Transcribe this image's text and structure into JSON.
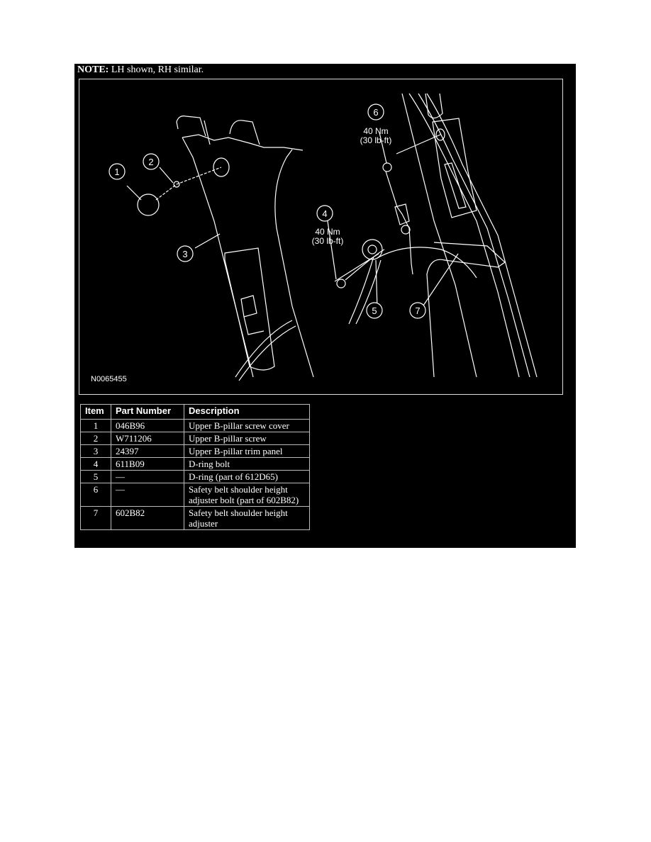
{
  "note": {
    "label": "NOTE:",
    "text": " LH shown, RH similar."
  },
  "figure": {
    "id": "N0065455",
    "callouts": [
      "1",
      "2",
      "3",
      "4",
      "5",
      "6",
      "7"
    ],
    "torque": [
      {
        "item": "6",
        "nm": "40 Nm",
        "lbft": "(30 lb-ft)"
      },
      {
        "item": "4",
        "nm": "40 Nm",
        "lbft": "(30 lb-ft)"
      }
    ]
  },
  "table": {
    "headers": [
      "Item",
      "Part Number",
      "Description"
    ],
    "rows": [
      {
        "item": "1",
        "part": "046B96",
        "desc": "Upper B-pillar screw cover"
      },
      {
        "item": "2",
        "part": "W711206",
        "desc": "Upper B-pillar screw"
      },
      {
        "item": "3",
        "part": "24397",
        "desc": "Upper B-pillar trim panel"
      },
      {
        "item": "4",
        "part": "611B09",
        "desc": "D-ring bolt"
      },
      {
        "item": "5",
        "part": "—",
        "desc": "D-ring (part of 612D65)"
      },
      {
        "item": "6",
        "part": "—",
        "desc": "Safety belt shoulder height adjuster bolt (part of 602B82)"
      },
      {
        "item": "7",
        "part": "602B82",
        "desc": "Safety belt shoulder height adjuster"
      }
    ]
  }
}
